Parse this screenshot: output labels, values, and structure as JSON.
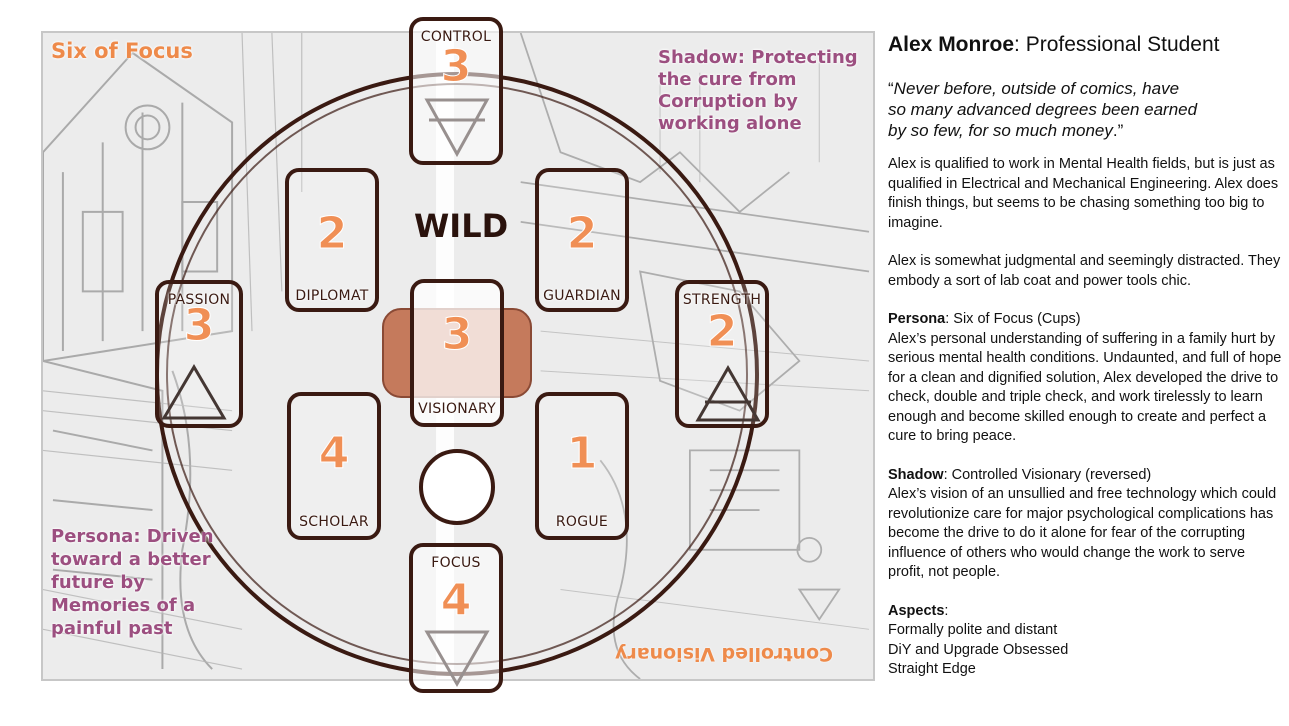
{
  "card": {
    "corner_title": "Six of Focus",
    "shadow_note": "Shadow: Protecting the cure from Corruption by working alone",
    "persona_note": "Persona: Driven toward a better future by Memories of a painful past",
    "upside_down_title": "Controlled Visionary",
    "center_label": "WILD",
    "slots": {
      "control": {
        "label": "CONTROL",
        "value": "3"
      },
      "passion": {
        "label": "PASSION",
        "value": "3"
      },
      "strength": {
        "label": "STRENGTH",
        "value": "2"
      },
      "focus": {
        "label": "FOCUS",
        "value": "4"
      },
      "diplomat": {
        "label": "DIPLOMAT",
        "value": "2"
      },
      "guardian": {
        "label": "GUARDIAN",
        "value": "2"
      },
      "visionary": {
        "label": "VISIONARY",
        "value": "3"
      },
      "scholar": {
        "label": "SCHOLAR",
        "value": "4"
      },
      "rogue": {
        "label": "ROGUE",
        "value": "1"
      }
    },
    "colors": {
      "accent_orange": "#f08f55",
      "frame_brown": "#3a1a12",
      "note_purple": "#9c4f80",
      "tab_terracotta": "#c57a5c"
    }
  },
  "profile": {
    "name": "Alex Monroe",
    "role": ": Professional Student",
    "quote_open": "“",
    "quote_body": "Never before, outside of comics, have\n so many advanced degrees been earned\n by so few, for so much money",
    "quote_close": ".”",
    "intro": "Alex is qualified to work in Mental Health fields, but is just as qualified in Electrical and Mechanical Engineering. Alex does finish things, but seems to be chasing something too big to imagine.",
    "demeanor": "Alex is somewhat judgmental and seemingly distracted. They embody a sort of lab coat and power tools chic.",
    "persona_head": "Persona",
    "persona_sub": ": Six of Focus (Cups)",
    "persona_text": "Alex’s personal understanding of suffering in a family hurt by serious mental health conditions. Undaunted, and full of hope for a clean and dignified solution, Alex developed the drive to check, double and triple check, and work tirelessly to learn enough and become skilled enough to create and perfect a cure to bring peace.",
    "shadow_head": "Shadow",
    "shadow_sub": ": Controlled Visionary (reversed)",
    "shadow_text": "Alex’s vision of an unsullied and free technology which could revolutionize care for major psychological complications has become the drive to do it alone for fear of the corrupting influence of others who would change the work to serve profit, not people.",
    "aspects_head": "Aspects",
    "aspects_sep": ":",
    "aspects": [
      "Formally polite and distant",
      "DiY and Upgrade Obsessed",
      "Straight Edge"
    ]
  }
}
